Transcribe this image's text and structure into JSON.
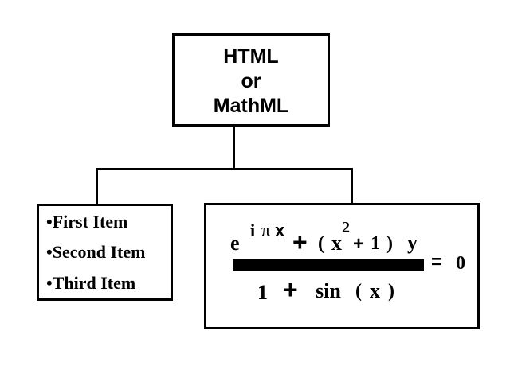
{
  "top_box": {
    "lines": [
      "HTML",
      "or",
      "MathML"
    ]
  },
  "list_box": {
    "items": [
      "•First Item",
      "•Second Item",
      "•Third Item"
    ]
  },
  "equation": {
    "base": "e",
    "exponent_i": "i",
    "exponent_pi": "π",
    "exponent_x": "x",
    "plus_1": "+",
    "open_paren_1": "(",
    "x_var": "x",
    "superscript_2": "2",
    "plus_2": "+",
    "one_num": "1",
    "close_paren_1": ")",
    "y_var": "y",
    "den_one": "1",
    "den_plus": "+",
    "den_sin": "sin",
    "den_open": "(",
    "den_x": "x",
    "den_close": ")",
    "equals": "=",
    "zero": "0"
  }
}
